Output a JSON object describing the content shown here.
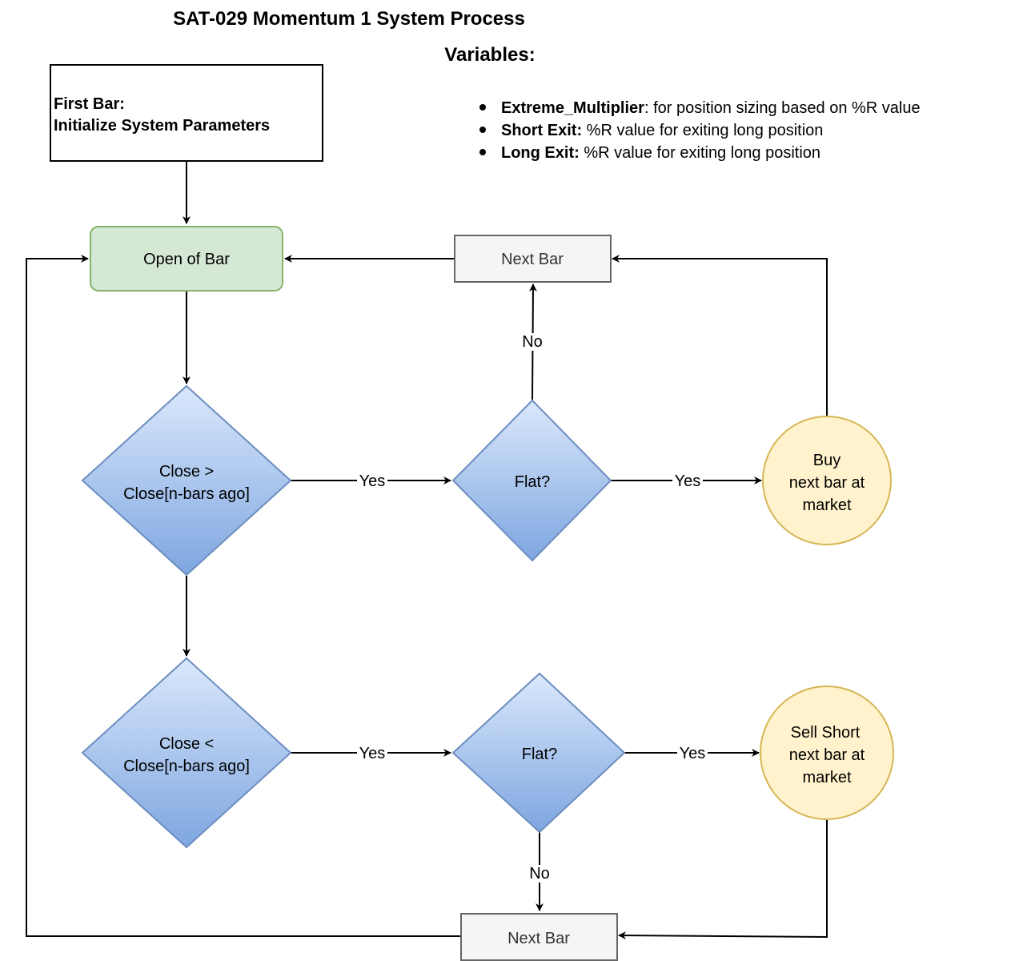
{
  "title": "SAT-029 Momentum 1 System Process",
  "variables": {
    "heading": "Variables:",
    "items": [
      {
        "name": "Extreme_Multiplier",
        "sep": ":",
        "desc": " for position sizing based on %R value"
      },
      {
        "name": "Short Exit:",
        "sep": "",
        "desc": " %R value for exiting long position"
      },
      {
        "name": "Long Exit:",
        "sep": "",
        "desc": " %R value for exiting long position"
      }
    ]
  },
  "nodes": {
    "first_bar": {
      "line1": "First Bar:",
      "line2": "Initialize System Parameters"
    },
    "open_of_bar": {
      "label": "Open of Bar"
    },
    "next_bar_top": {
      "label": "Next Bar"
    },
    "next_bar_bottom": {
      "label": "Next Bar"
    },
    "close_gt": {
      "line1": "Close >",
      "line2": "Close[n-bars ago]"
    },
    "close_lt": {
      "line1": "Close <",
      "line2": "Close[n-bars ago]"
    },
    "flat_top": {
      "label": "Flat?"
    },
    "flat_bottom": {
      "label": "Flat?"
    },
    "buy": {
      "line1": "Buy",
      "line2": "next bar at",
      "line3": "market"
    },
    "sell_short": {
      "line1": "Sell Short",
      "line2": "next bar at",
      "line3": "market"
    }
  },
  "edges": {
    "yes": "Yes",
    "no": "No"
  },
  "colors": {
    "green_fill": "#d5e8d4",
    "green_stroke": "#82b366",
    "blue_light": "#dae8fc",
    "blue_dark": "#7ea6e0",
    "blue_stroke": "#6c8ebf",
    "yellow_fill": "#fff2cc",
    "yellow_stroke": "#d6b656",
    "gray_fill": "#f5f5f5",
    "gray_stroke": "#666666"
  }
}
